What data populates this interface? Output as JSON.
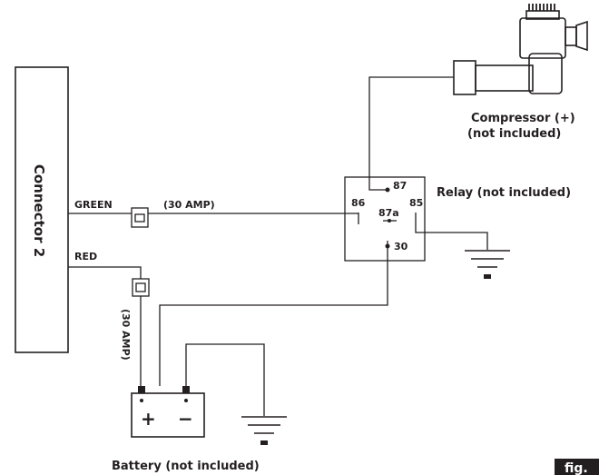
{
  "connector": {
    "label": "Connector 2"
  },
  "wires": {
    "green": "GREEN",
    "red": "RED",
    "fuse_green_rating": "(30 AMP)",
    "fuse_red_rating": "(30 AMP)"
  },
  "relay": {
    "label": "Relay (not included)",
    "pins": {
      "p87": "87",
      "p86": "86",
      "p87a": "87a",
      "p85": "85",
      "p30": "30"
    }
  },
  "compressor": {
    "label_line1": "Compressor (+)",
    "label_line2": "(not included)"
  },
  "battery": {
    "label": "Battery (not included)",
    "plus": "+",
    "minus": "−"
  },
  "corner_tag": "fig.",
  "colors": {
    "line": "#231f20",
    "background": "#ffffff",
    "tag_bg": "#231f20"
  }
}
